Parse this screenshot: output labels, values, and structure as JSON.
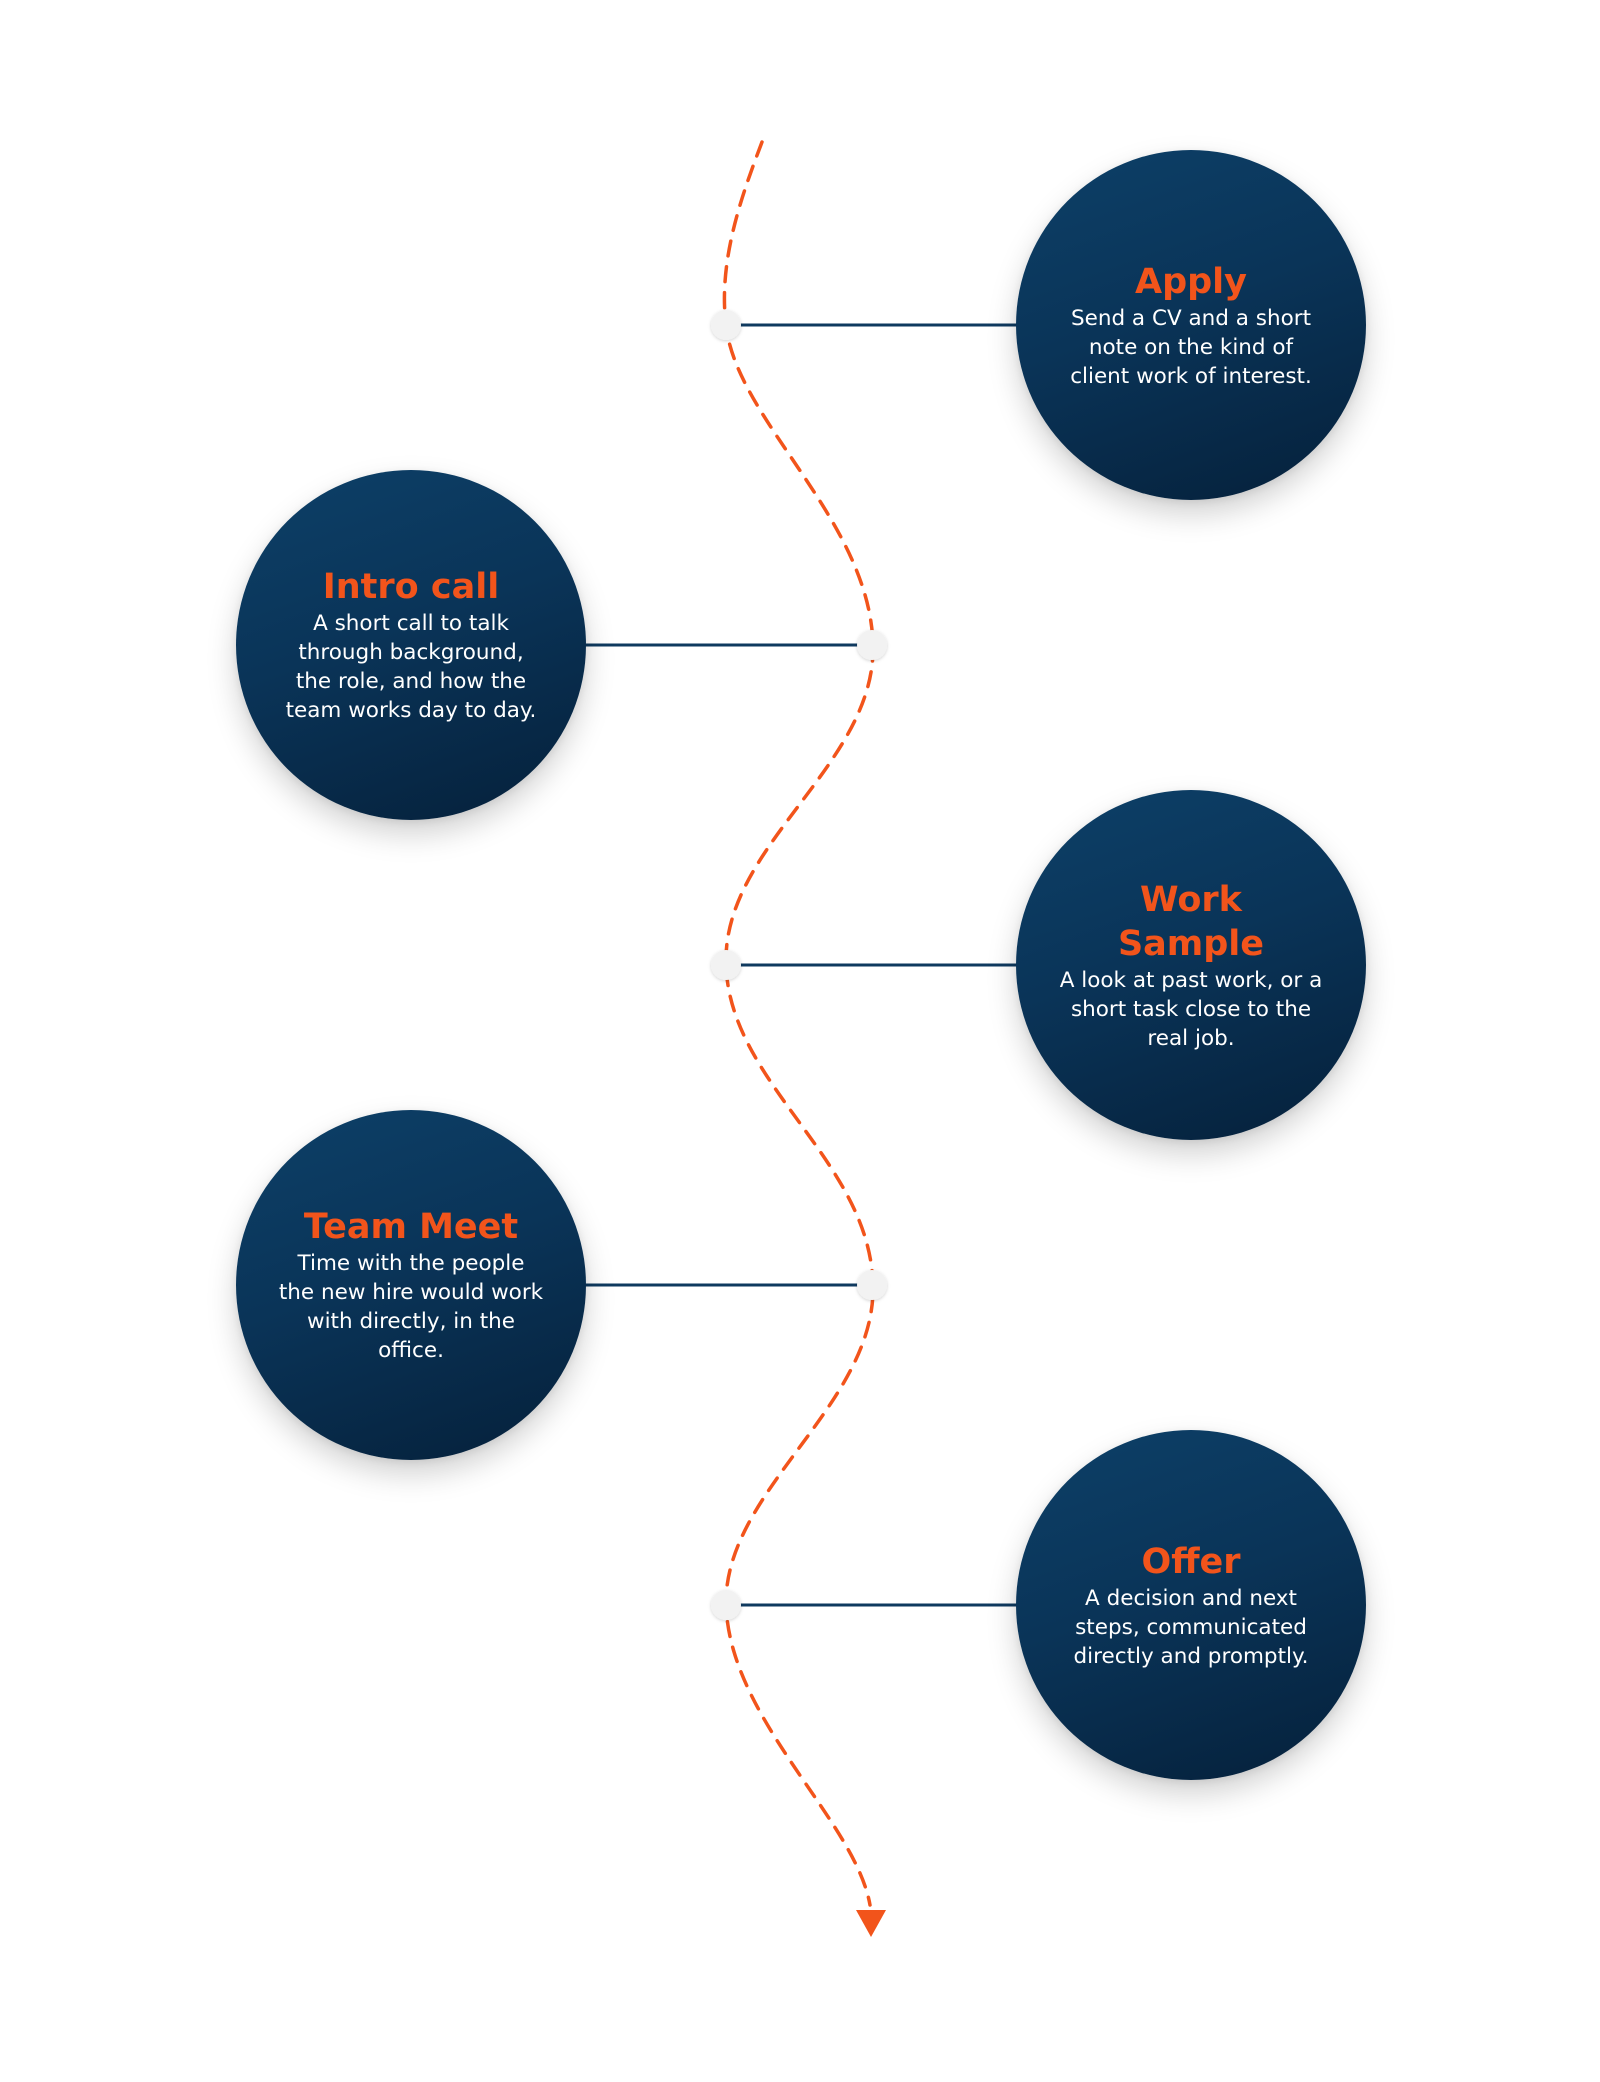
{
  "steps": [
    {
      "title": "Apply",
      "description": "Send a CV and a short note on the kind of client work of interest.",
      "side": "right"
    },
    {
      "title": "Intro call",
      "description": "A short call to talk through background, the role, and how the team works day to day.",
      "side": "left"
    },
    {
      "title": "Work Sample",
      "description": "A look at past work, or a short task close to the real job.",
      "side": "right"
    },
    {
      "title": "Team Meet",
      "description": "Time with the people the new hire would work with directly, in the office.",
      "side": "left"
    },
    {
      "title": "Offer",
      "description": "A decision and next steps, communicated directly and promptly.",
      "side": "right"
    }
  ],
  "colors": {
    "path": "#f2541b",
    "connector": "#0f3a5f",
    "circle": "#0a3458",
    "title": "#f2541b",
    "text": "#ffffff",
    "node": "#f2f2f2"
  }
}
